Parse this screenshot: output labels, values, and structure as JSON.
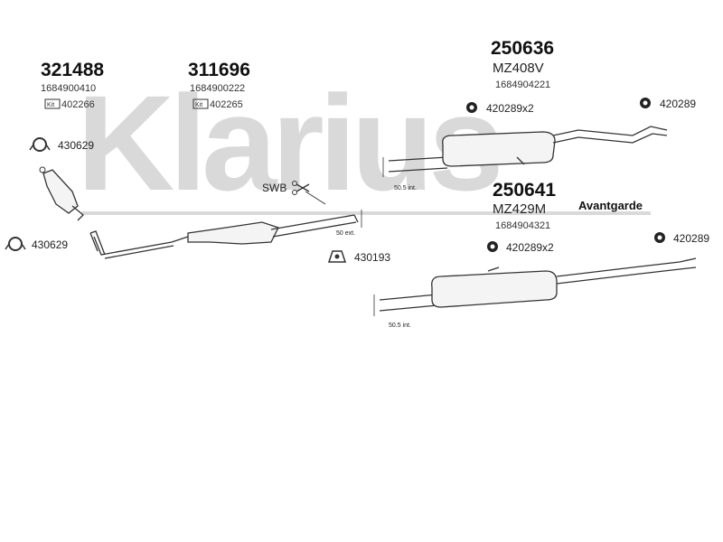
{
  "watermark": "Klarius",
  "variant_label": "Avantgarde",
  "cut_label": "SWB",
  "parts": [
    {
      "number": "321488",
      "oe": "1684900410",
      "kit": "402266"
    },
    {
      "number": "311696",
      "oe": "1684900222",
      "kit": "402265"
    },
    {
      "number": "250636",
      "model": "MZ408V",
      "oe": "1684904221"
    },
    {
      "number": "250641",
      "model": "MZ429M",
      "oe": "1684904321"
    }
  ],
  "kit_icon": "Kit",
  "accessories": [
    {
      "icon": "clamp-ring-icon",
      "code": "430629"
    },
    {
      "icon": "clamp-ring-icon",
      "code": "430629"
    },
    {
      "icon": "rubber-mount-icon",
      "code": "430193"
    },
    {
      "icon": "rubber-hanger-icon",
      "code": "420289x2"
    },
    {
      "icon": "rubber-hanger-icon",
      "code": "420289"
    },
    {
      "icon": "rubber-hanger-icon",
      "code": "420289x2"
    },
    {
      "icon": "rubber-hanger-icon",
      "code": "420289"
    }
  ],
  "dimensions": [
    "50.5 int.",
    "50 ext.",
    "50.5 int."
  ]
}
